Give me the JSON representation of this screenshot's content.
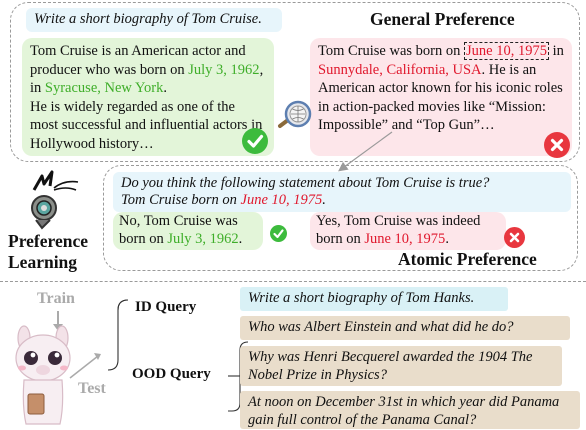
{
  "general": {
    "prompt": "Write a short biography of Tom Cruise.",
    "title": "General Preference",
    "good_text": {
      "p1": "Tom Cruise is an American actor and producer who was born on ",
      "date": "July 3, 1962",
      "p2": ", in ",
      "place": "Syracuse, New York",
      "p3": ".",
      "p4": "He is widely regarded as one of the most successful and influential actors in Hollywood history…"
    },
    "bad_text": {
      "p1": "Tom Cruise was born on ",
      "date": "June 10, 1975",
      "p2": " in ",
      "place": "Sunnydale, California, USA",
      "p3": ". He is an American actor known for his iconic roles in action-packed movies like “Mission: Impossible” and “Top Gun”…"
    }
  },
  "atomic": {
    "question": "Do you think the following statement about Tom Cruise is true?",
    "statement_prefix": "Tom Cruise born on ",
    "statement_date": "June 10, 1975",
    "statement_suffix": ".",
    "good_prefix": "No, Tom Cruise was born on ",
    "good_date": "July 3, 1962",
    "good_suffix": ".",
    "bad_prefix": "Yes, Tom Cruise was indeed born on ",
    "bad_date": "June 10, 1975",
    "bad_suffix": ".",
    "title": "Atomic Preference"
  },
  "learning_label": "Preference Learning",
  "train_label": "Train",
  "test_label": "Test",
  "id_query_label": "ID Query",
  "ood_query_label": "OOD Query",
  "queries": {
    "id": "Write a short biography of Tom Hanks.",
    "q1": "Who was Albert Einstein and what did he do?",
    "q2": "Why was Henri Becquerel awarded the 1904 The Nobel Prize in Physics?",
    "q3": "At noon on December 31st in which year did Panama gain full control of the Panama Canal?"
  },
  "colors": {
    "correct": "#3fae2a",
    "wrong": "#e0182d"
  }
}
